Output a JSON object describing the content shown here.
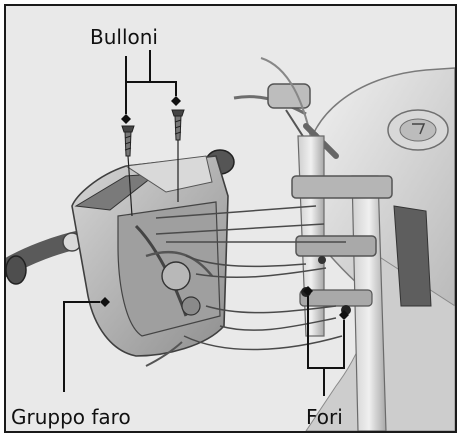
{
  "labels": {
    "bolts": "Bulloni",
    "headlight_unit": "Gruppo faro",
    "holes": "Fori"
  },
  "colors": {
    "background": "#e9e9e9",
    "part_fill": "#c9c9c9",
    "part_dark": "#8e8e8e",
    "line": "#1a1a1a"
  }
}
